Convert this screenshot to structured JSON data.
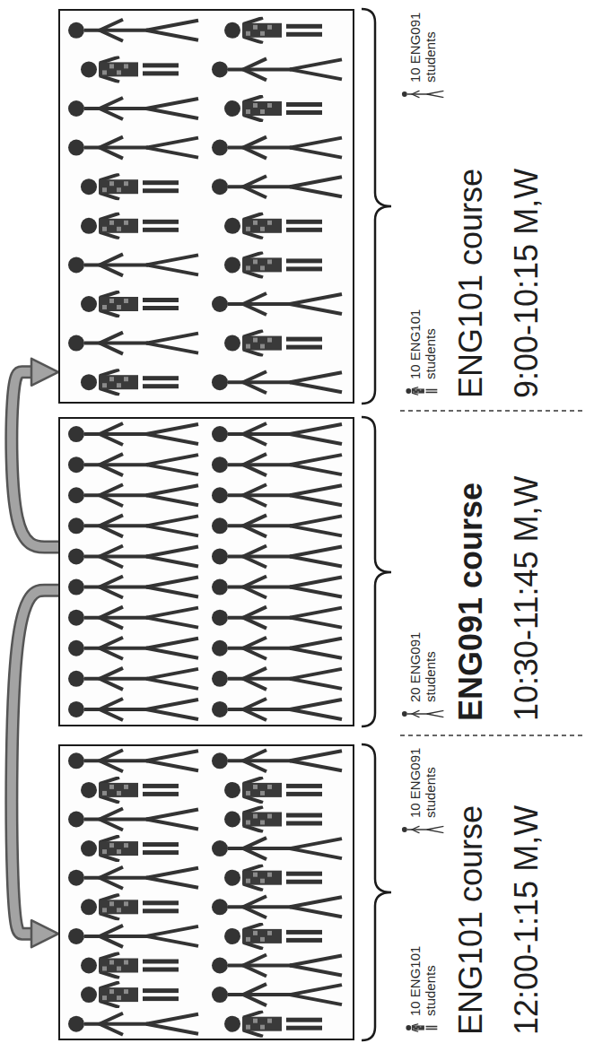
{
  "diagram": {
    "nodes": [
      {
        "text": [
          "10 ENG101 students",
          "10 ENG091 students",
          "ENG101 course",
          "9:00-10:15 M,W"
        ]
      },
      {
        "text": [
          "20 ENG091 students",
          "ENG091 course",
          "10:30-11:45 M,W"
        ]
      },
      {
        "text": [
          "10 ENG101 students",
          "10 ENG091 students",
          "ENG101 course",
          "12:00-1:15 M,W"
        ]
      }
    ],
    "edges": [
      {
        "from": 1,
        "to": 0,
        "arrow": "to"
      },
      {
        "from": 1,
        "to": 2,
        "arrow": "to"
      }
    ]
  }
}
